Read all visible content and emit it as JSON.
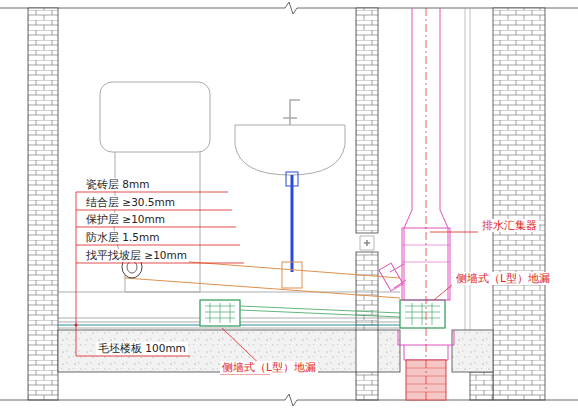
{
  "diagram": {
    "labels": [
      "瓷砖层 8mm",
      "结合层 ≥30.5mm",
      "保护层 ≥10mm",
      "防水层 1.5mm",
      "找平找坡层 ≥10mm",
      "毛坯楼板 100mm",
      "侧墙式（L型）地漏",
      "排水汇集器",
      "侧墙式（L型）地漏"
    ]
  }
}
